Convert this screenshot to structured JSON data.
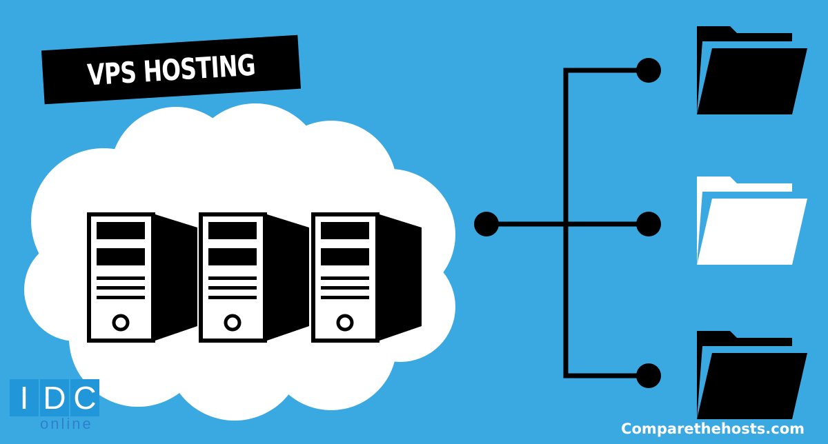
{
  "title": "VPS HOSTING",
  "logo": {
    "letters": [
      "I",
      "D",
      "C"
    ],
    "subtext": "online"
  },
  "credit": "Comparethehosts.com",
  "colors": {
    "background": "#3aa9e2",
    "cloud": "#ffffff",
    "ink": "#000000",
    "logo_blue": "#2196d8"
  },
  "icons": [
    "cloud-icon",
    "server-icon",
    "network-connector",
    "folder-icon"
  ]
}
